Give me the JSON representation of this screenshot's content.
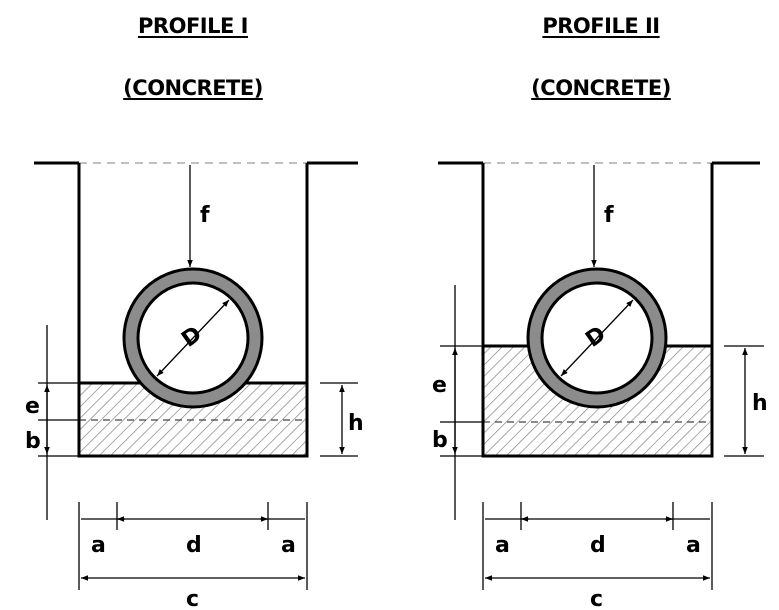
{
  "profiles": [
    {
      "title": "PROFILE I",
      "material": "(CONCRETE)",
      "labels": {
        "f": "f",
        "D": "D",
        "e": "e",
        "b": "b",
        "h": "h",
        "a_left": "a",
        "d": "d",
        "a_right": "a",
        "c": "c"
      }
    },
    {
      "title": "PROFILE II",
      "material": "(CONCRETE)",
      "labels": {
        "f": "f",
        "D": "D",
        "e": "e",
        "b": "b",
        "h": "h",
        "a_left": "a",
        "d": "d",
        "a_right": "a",
        "c": "c"
      }
    }
  ],
  "colors": {
    "line": "#000000",
    "pipe_wall": "#8c8c8c",
    "hatch": "#7a7a7a",
    "ground_dash": "#9a9a9a"
  }
}
